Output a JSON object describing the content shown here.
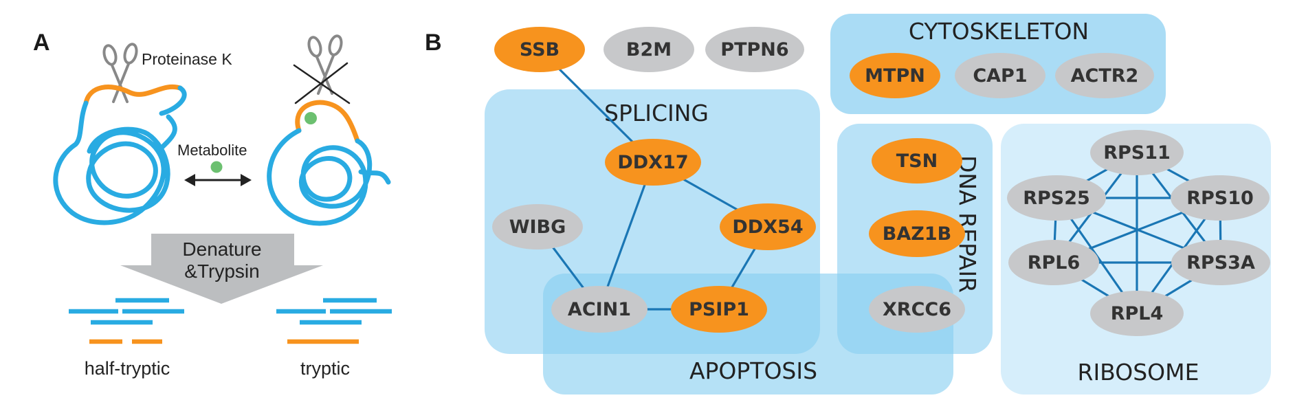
{
  "panel_a": {
    "letter": "A",
    "enzyme_label": "Proteinase K",
    "metabolite_label": "Metabolite",
    "step_label_line1": "Denature",
    "step_label_line2": "&Trypsin",
    "left_result": "half-tryptic",
    "right_result": "tryptic"
  },
  "panel_b": {
    "letter": "B",
    "groups": {
      "cytoskeleton": "CYTOSKELETON",
      "splicing": "SPLICING",
      "dna_repair": "DNA REPAIR",
      "apoptosis": "APOPTOSIS",
      "ribosome": "RIBOSOME"
    },
    "nodes": [
      {
        "id": "SSB",
        "label": "SSB",
        "highlight": true
      },
      {
        "id": "B2M",
        "label": "B2M",
        "highlight": false
      },
      {
        "id": "PTPN6",
        "label": "PTPN6",
        "highlight": false
      },
      {
        "id": "MTPN",
        "label": "MTPN",
        "highlight": true
      },
      {
        "id": "CAP1",
        "label": "CAP1",
        "highlight": false
      },
      {
        "id": "ACTR2",
        "label": "ACTR2",
        "highlight": false
      },
      {
        "id": "DDX17",
        "label": "DDX17",
        "highlight": true
      },
      {
        "id": "DDX54",
        "label": "DDX54",
        "highlight": true
      },
      {
        "id": "WIBG",
        "label": "WIBG",
        "highlight": false
      },
      {
        "id": "ACIN1",
        "label": "ACIN1",
        "highlight": false
      },
      {
        "id": "PSIP1",
        "label": "PSIP1",
        "highlight": true
      },
      {
        "id": "TSN",
        "label": "TSN",
        "highlight": true
      },
      {
        "id": "BAZ1B",
        "label": "BAZ1B",
        "highlight": true
      },
      {
        "id": "XRCC6",
        "label": "XRCC6",
        "highlight": false
      },
      {
        "id": "RPS11",
        "label": "RPS11",
        "highlight": false
      },
      {
        "id": "RPS25",
        "label": "RPS25",
        "highlight": false
      },
      {
        "id": "RPS10",
        "label": "RPS10",
        "highlight": false
      },
      {
        "id": "RPL6",
        "label": "RPL6",
        "highlight": false
      },
      {
        "id": "RPS3A",
        "label": "RPS3A",
        "highlight": false
      },
      {
        "id": "RPL4",
        "label": "RPL4",
        "highlight": false
      }
    ],
    "edges": [
      [
        "SSB",
        "DDX17"
      ],
      [
        "DDX17",
        "ACIN1"
      ],
      [
        "DDX17",
        "DDX54"
      ],
      [
        "DDX54",
        "PSIP1"
      ],
      [
        "WIBG",
        "ACIN1"
      ],
      [
        "ACIN1",
        "PSIP1"
      ],
      [
        "RPS11",
        "RPS25"
      ],
      [
        "RPS11",
        "RPS10"
      ],
      [
        "RPS11",
        "RPL6"
      ],
      [
        "RPS11",
        "RPS3A"
      ],
      [
        "RPS11",
        "RPL4"
      ],
      [
        "RPS25",
        "RPS10"
      ],
      [
        "RPS25",
        "RPL6"
      ],
      [
        "RPS25",
        "RPS3A"
      ],
      [
        "RPS25",
        "RPL4"
      ],
      [
        "RPS10",
        "RPL6"
      ],
      [
        "RPS10",
        "RPS3A"
      ],
      [
        "RPS10",
        "RPL4"
      ],
      [
        "RPL6",
        "RPS3A"
      ],
      [
        "RPL6",
        "RPL4"
      ],
      [
        "RPS3A",
        "RPL4"
      ]
    ]
  },
  "colors": {
    "protein_blue": "#29abe2",
    "orange": "#f7931e",
    "node_gray": "#c7c8ca",
    "box_blue": "#aadcf5",
    "box_ribosome": "#d6eefb",
    "edge_blue": "#1a76b4",
    "metabolite_green": "#6cc070",
    "arrow_gray": "#bcbec0"
  }
}
